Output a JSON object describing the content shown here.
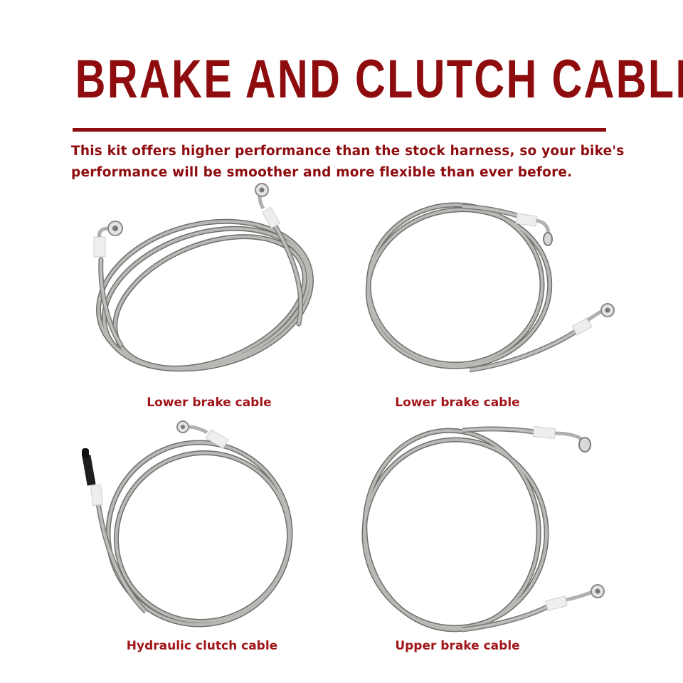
{
  "header": {
    "title": "BRAKE AND CLUTCH CABLE",
    "description_line1": "This kit offers higher performance than the stock harness, so your bike's",
    "description_line2": "performance will be smoother and more flexible than ever before."
  },
  "products": [
    {
      "caption": "Lower brake cable",
      "image": "braided-steel-cable-coil"
    },
    {
      "caption": "Lower brake cable",
      "image": "braided-steel-cable-coil"
    },
    {
      "caption": "Hydraulic clutch cable",
      "image": "braided-steel-cable-coil"
    },
    {
      "caption": "Upper brake cable",
      "image": "braided-steel-cable-coil"
    }
  ],
  "colors": {
    "accent": "#8e0b0e",
    "cable": "#9a9a98"
  }
}
